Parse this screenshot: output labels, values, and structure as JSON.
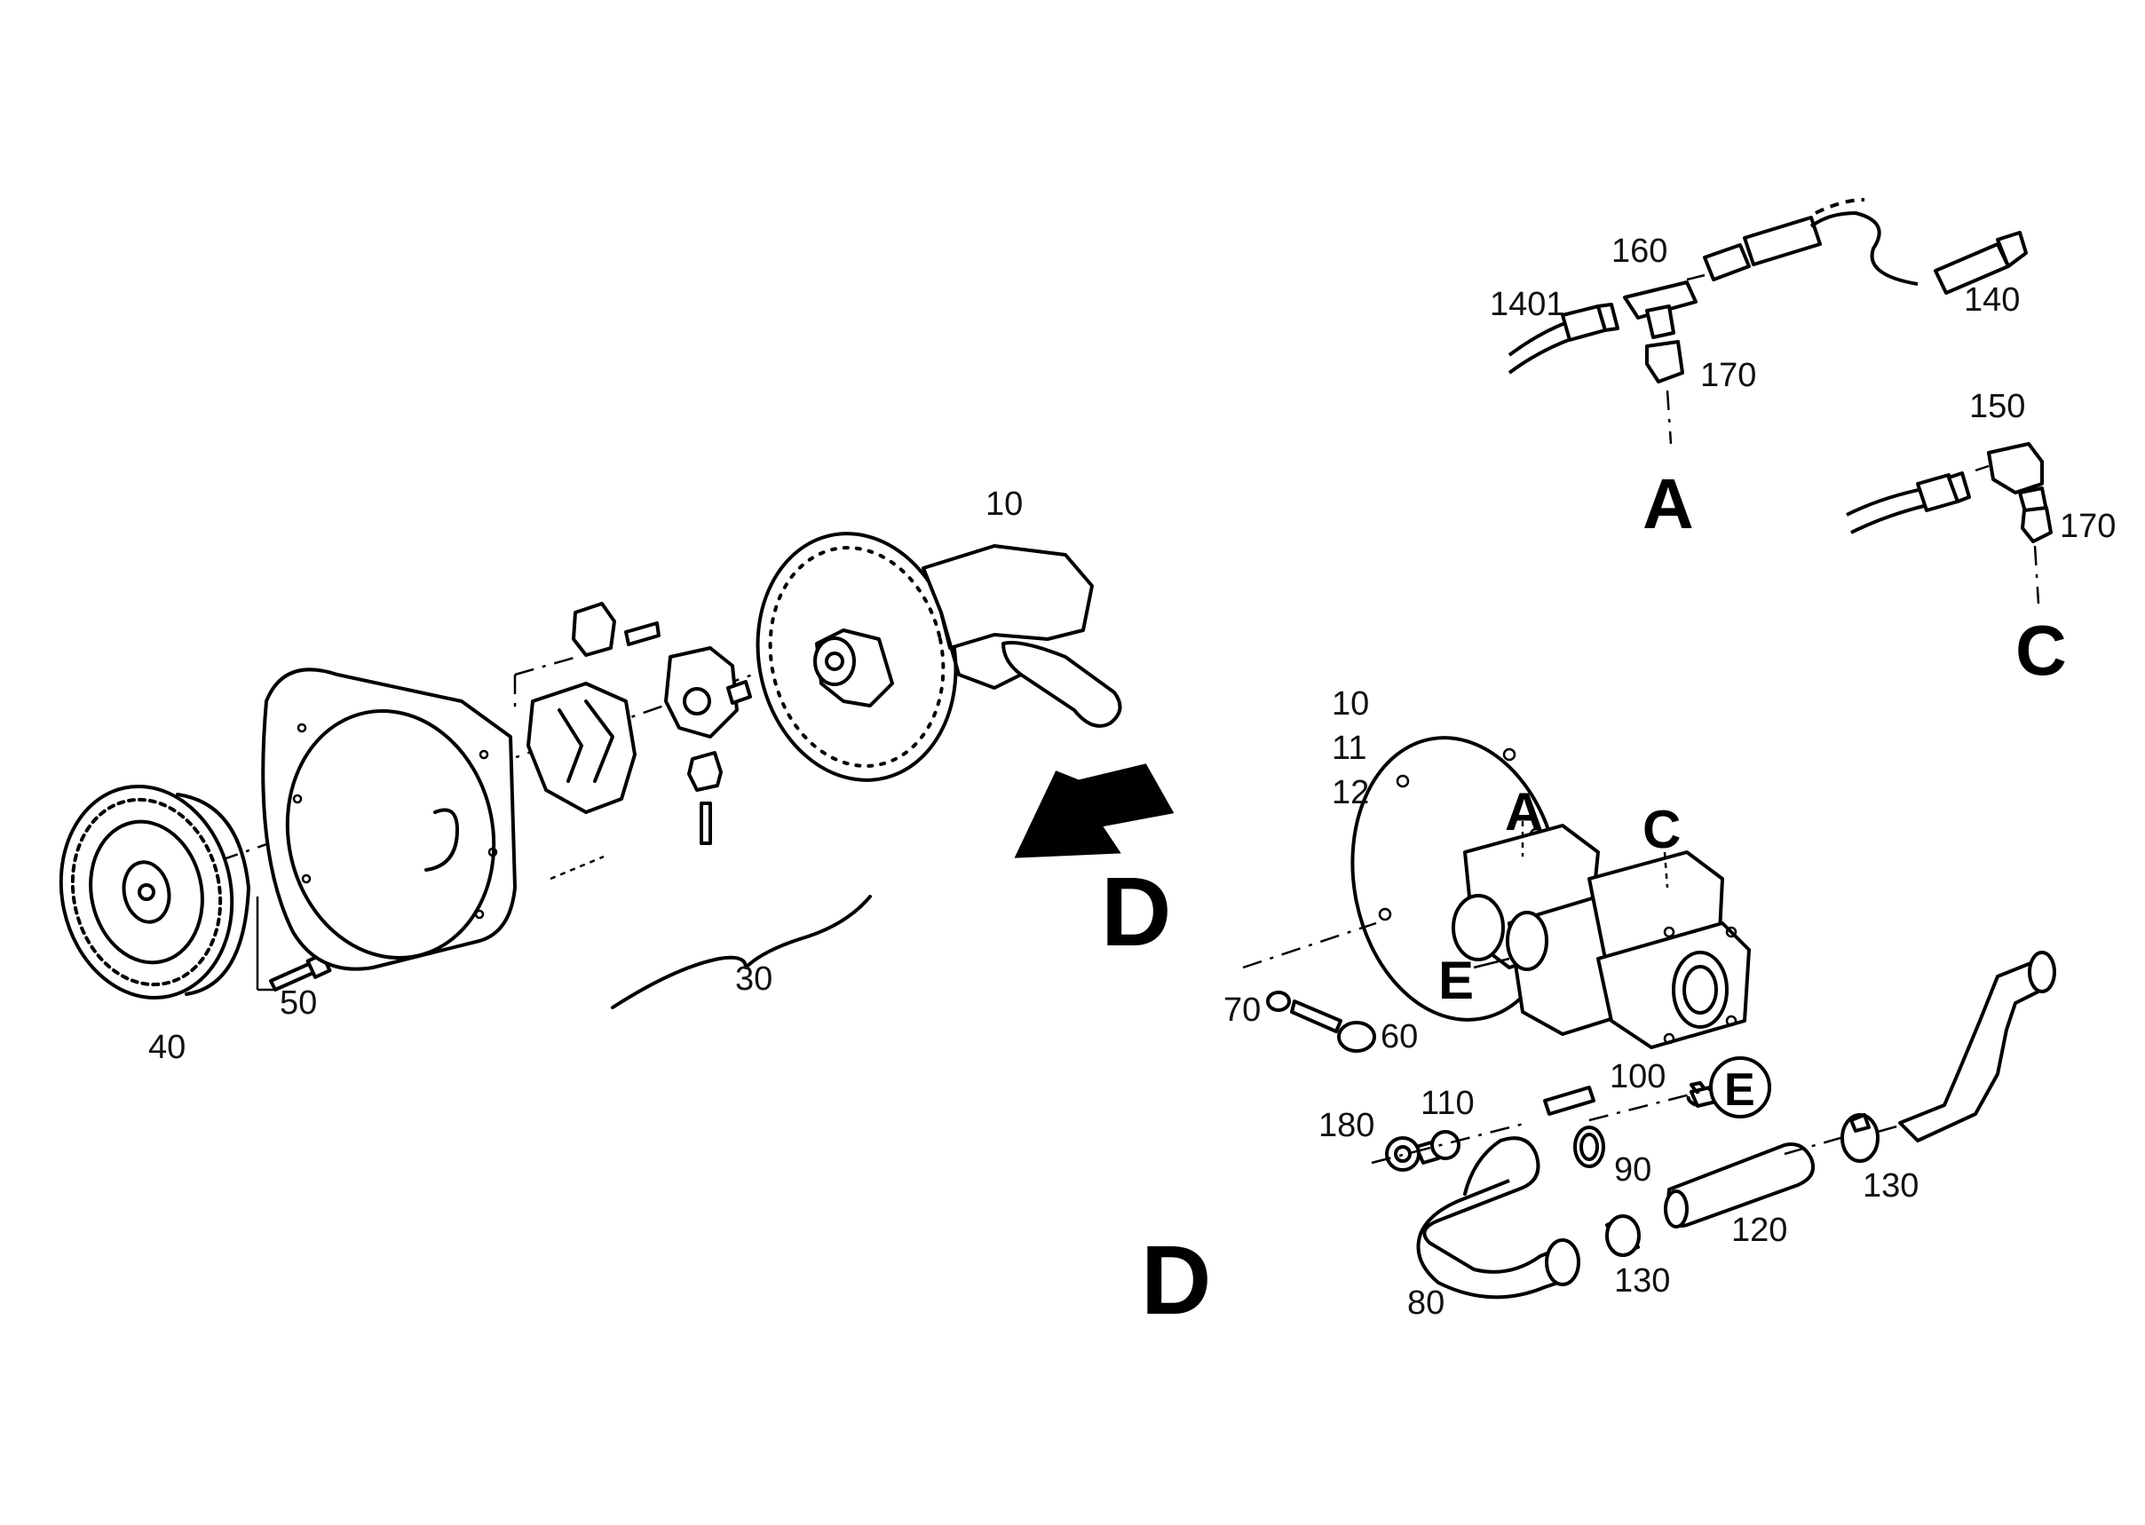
{
  "diagram": {
    "part_labels": {
      "p10_top": "10",
      "p10": "10",
      "p11": "11",
      "p12": "12",
      "p30": "30",
      "p40": "40",
      "p50": "50",
      "p60": "60",
      "p70": "70",
      "p80": "80",
      "p90": "90",
      "p100": "100",
      "p110": "110",
      "p120": "120",
      "p130_a": "130",
      "p130_b": "130",
      "p140": "140",
      "p1401": "1401",
      "p150": "150",
      "p160": "160",
      "p170_a": "170",
      "p170_b": "170",
      "p180": "180"
    },
    "detail_letters": {
      "a_detail": "A",
      "c_detail": "C",
      "a_pump": "A",
      "c_pump": "C",
      "e_pump": "E",
      "e_circle": "E",
      "d_arrow": "D",
      "d_lower": "D"
    },
    "ink_color": "#000000",
    "background": "#ffffff"
  }
}
